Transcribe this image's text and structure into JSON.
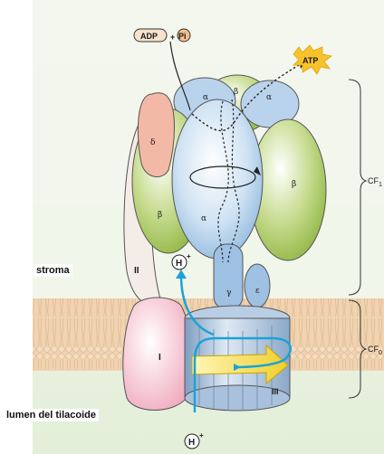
{
  "labels": {
    "adp": "ADP",
    "plus": "+",
    "pi": "Pi",
    "atp": "ATP",
    "stroma": "stroma",
    "lumen": "lumen del tilacoide",
    "cf1": "CF",
    "cf1_sub": "1",
    "cf0": "CF",
    "cf0_sub": "0",
    "h_plus": "H",
    "plus_sign": "+"
  },
  "subunits": {
    "alpha": "α",
    "beta": "β",
    "gamma": "γ",
    "delta": "δ",
    "epsilon": "ε",
    "I": "I",
    "II": "II",
    "III": "III"
  },
  "colors": {
    "alpha_blue": "#a9c9e6",
    "beta_green": "#9dbf4e",
    "delta_pink": "#f2b9a6",
    "subunit_I_pink": "#f3bfcc",
    "membrane_tan": "#f1d3b0",
    "background_green": "#e3efd9",
    "proton_path": "#1aa3d8",
    "rotation_arrow": "#f2d742"
  }
}
